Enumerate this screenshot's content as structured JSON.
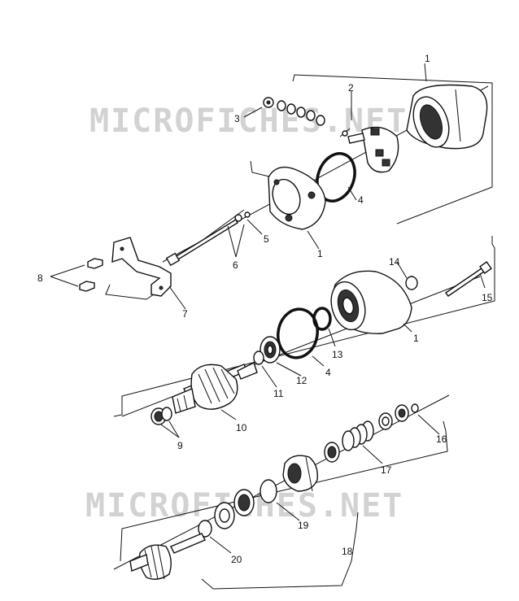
{
  "watermark": [
    "MICROFICHES.NET",
    "MICROFICHES.NET"
  ],
  "callouts": {
    "c1a": "1",
    "c2": "2",
    "c3": "3",
    "c4a": "4",
    "c5": "5",
    "c1b": "1",
    "c6": "6",
    "c8": "8",
    "c7": "7",
    "c14": "14",
    "c15": "15",
    "c1c": "1",
    "c13": "13",
    "c4b": "4",
    "c12": "12",
    "c11": "11",
    "c10": "10",
    "c9": "9",
    "c16": "16",
    "c17": "17",
    "c19": "19",
    "c18": "18",
    "c20": "20"
  }
}
